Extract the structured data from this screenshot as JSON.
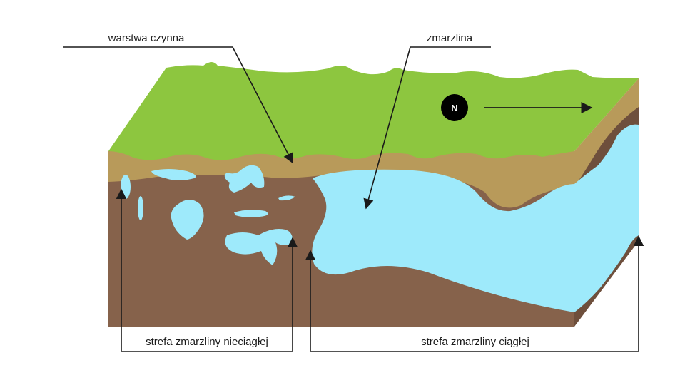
{
  "labels": {
    "active_layer": "warstwa czynna",
    "permafrost": "zmarzlina",
    "discontinuous_zone": "strefa zmarzliny nieciągłej",
    "continuous_zone": "strefa zmarzliny ciągłej"
  },
  "compass": {
    "north": "N"
  },
  "colors": {
    "grass": "#8dc63f",
    "active_layer": "#b89a5a",
    "soil": "#86624b",
    "soil_dark": "#6e4f3c",
    "ice": "#9eeafb",
    "outline": "#1a1a1a"
  }
}
